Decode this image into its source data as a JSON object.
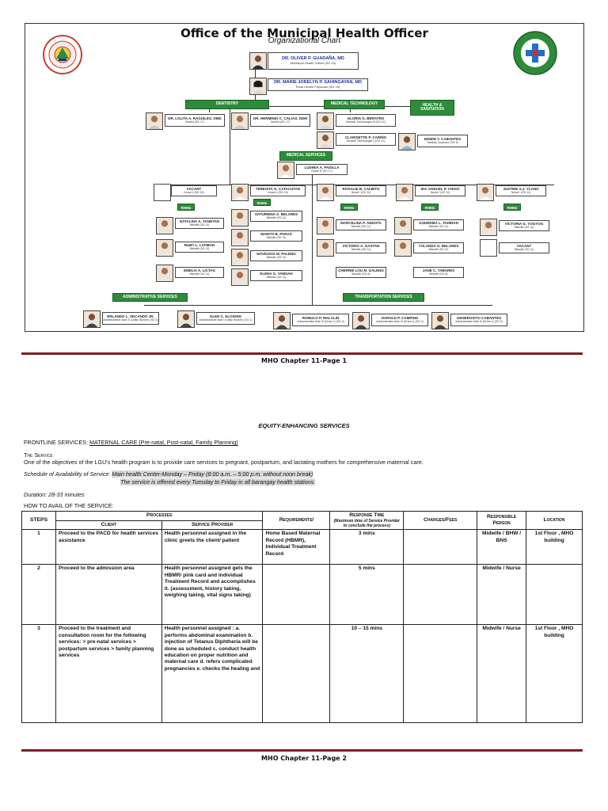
{
  "org": {
    "title": "Office of the Municipal Health Officer",
    "subtitle": "Organizational Chart",
    "head": {
      "name": "DR. OLIVER P. GUADAÑA, MD",
      "position": "Municipal Health Officer (SG 24)"
    },
    "deputy": {
      "name": "DR. MARIE JORELYN P. SAHINGAYAN, MD",
      "position": "Rural Health Physician (SG 24)"
    },
    "departments": {
      "dentistry": "DENTISTRY",
      "medtech": "MEDICAL TECHNOLOGY",
      "sanitation": "HEALTH & SANITATION",
      "medical": "MEDICAL SERVICES",
      "admin": "ADMINISTRATIVE SERVICES",
      "transport": "TRANSPORTATION SERVICES"
    },
    "rhu_label": "RHMs",
    "staff": {
      "dent1": {
        "name": "DR. LOLITA A. RAGUILES, DMD",
        "position": "Dentist (SG 17)"
      },
      "dent2": {
        "name": "DR. HERMINIO C. CALIAS, DDM",
        "position": "Dentist (SG 17)"
      },
      "med1": {
        "name": "GLORIA G. BERAYRO",
        "position": "Medical Technologist III (SG 14)"
      },
      "med2": {
        "name": "CLARISETTE P. CARIÑO",
        "position": "Medical Technologist II (SG 11)"
      },
      "san1": {
        "name": "EDWIN Y. CABANTES",
        "position": "Sanitary Inspector (SG 6)"
      },
      "nurse_head": {
        "name": "LUDINIA A. PADILLA",
        "position": "Nurse III (SG 17)"
      },
      "vacant1": {
        "name": "VACANT",
        "position": "Nurse II (SG 15)"
      },
      "n2": {
        "name": "TERESITA G. CATACUTAN",
        "position": "Nurse II (SG 15)"
      },
      "n3": {
        "name": "ROSALIE B. CALBITO",
        "position": "Nurse I (SG 11)"
      },
      "n4": {
        "name": "IDA JANICEL P. CHIGO",
        "position": "Nurse I (SG 11)"
      },
      "n5": {
        "name": "JUSTINE S.J. YLANO",
        "position": "Nurse I (SG 11)"
      },
      "r1": {
        "name": "NATALINA A. YANDYAN",
        "position": "Midwife (SG 11)"
      },
      "r2": {
        "name": "RUBY L. LATIBAN",
        "position": "Midwife (SG 11)"
      },
      "r3": {
        "name": "EMELIA A. LICTAG",
        "position": "Midwife (SG 11)"
      },
      "r4": {
        "name": "SATURNINA S. BELARES",
        "position": "Midwife (SG 11)"
      },
      "r5": {
        "name": "MARITA B. PARAS",
        "position": "Midwife (SG 11)"
      },
      "r6": {
        "name": "NOVESGIS M. PALENG",
        "position": "Midwife (SG 11)"
      },
      "r7": {
        "name": "ELENA G. YAMSAH",
        "position": "Midwife (SG 11)"
      },
      "r8": {
        "name": "MARCELINA P. ANDOTA",
        "position": "Midwife (SG 11)"
      },
      "r9": {
        "name": "VICTORIA A. GASTAN",
        "position": "Midwife (SG 11)"
      },
      "r10": {
        "name": "CHERRIE LOU M. GALENG",
        "position": "Midwife (SG 8)"
      },
      "r11": {
        "name": "GODERMA L. TAHIRAN",
        "position": "Midwife (SG 11)"
      },
      "r12": {
        "name": "YOLANDA G. BELARES",
        "position": "Midwife (SG 11)"
      },
      "r13": {
        "name": "JANE C. TABARES",
        "position": "Midwife (SG 8)"
      },
      "r14": {
        "name": "VICTORIA G. YOGYOG",
        "position": "Midwife (SG 11)"
      },
      "r15": {
        "name": "VACANT",
        "position": "Midwife (SG 11)"
      },
      "a1": {
        "name": "ERLANDO L. SECANDO JR.",
        "position": "Administrative Aide III (Utility Worker) (SG 3)"
      },
      "a2": {
        "name": "GLEN C. ELOGING",
        "position": "Administrative Aide I (Utility Worker) (SG 1)"
      },
      "t1": {
        "name": "ROMULO P. MALALIN",
        "position": "Administrative Aide III (Driver I) (SG 3)"
      },
      "t2": {
        "name": "HAROLD P. CAMPING",
        "position": "Administrative Aide III (Driver I) (SG 3)"
      },
      "t3": {
        "name": "GENEROSITO CABANTES",
        "position": "Administrative Aide III (Driver I) (SG 3)"
      }
    }
  },
  "footer1": "MHO Chapter 11-Page 1",
  "footer2": "MHO Chapter 11-Page 2",
  "doc": {
    "section_title": "EQUITY-ENHANCING SERVICES",
    "frontline_label": "FRONTLINE SERVICES:",
    "frontline_value": "MATERNAL CARE (Pre-natal, Post-natal, Family Planning)",
    "service_heading": "The Service",
    "service_text": "One of the objectives of the LGU's health program is to provide care services to pregnant, postpartum, and lactating mothers for comprehensive maternal care.",
    "schedule_label": "Schedule of Availability of Service:",
    "schedule_value": "Main health Center-Monday – Friday (8:00 a.m. – 5:00 p.m. without noon break)",
    "schedule_line2": "The service is offered every Tuesday to Friday in all barangay health stations.",
    "duration_label": "Duration:",
    "duration_value": "28-33 minutes",
    "howto": "HOW TO AVAIL OF THE SERVICE:"
  },
  "table": {
    "h_steps": "STEPS",
    "h_processes": "Processes",
    "h_client": "Client",
    "h_provider": "Service Provider",
    "h_req": "Requirements/",
    "h_resp": "Response Time",
    "h_resp_sub": "(Maximum time of Service Provider to conclude the process)",
    "h_fees": "Charges/Fees",
    "h_person": "Responsible Person",
    "h_loc": "Location",
    "rows": [
      {
        "step": "1",
        "client": "Proceed to the PACD for health services assistance",
        "provider": "Health personnel assigned in the clinic greets the client/ patient",
        "req": "Home Based Maternal Record (HBMR), Individual Treatment Record",
        "time": "3 mins",
        "fees": "",
        "person": "Midwife / BHW / BNS",
        "loc": "1st Floor , MHO building"
      },
      {
        "step": "2",
        "client": "Proceed to the admission area",
        "provider": "Health personnel assigned gets the HBMR/ pink card and individual Treatment Record and accomplishes it. (assessment, history taking, weighing taking, vital signs taking)",
        "req": "",
        "time": "5 mins",
        "fees": "",
        "person": "Midwife / Nurse",
        "loc": ""
      },
      {
        "step": "3",
        "client": "Proceed to the treatment and consultation room for the following services: > pre-natal services > postpartum services > family planning services",
        "provider": "Health personnel assigned : a. performs abdominal examination b. injection of Tetanus Diphtheria will be done as scheduled c. conduct health education on proper nutrition and maternal care d. refers complicated pregnancies e. checks the healing and",
        "req": "",
        "time": "10 – 15 mins",
        "fees": "",
        "person": "Midwife / Nurse",
        "loc": "1st Floor , MHO building"
      }
    ]
  }
}
